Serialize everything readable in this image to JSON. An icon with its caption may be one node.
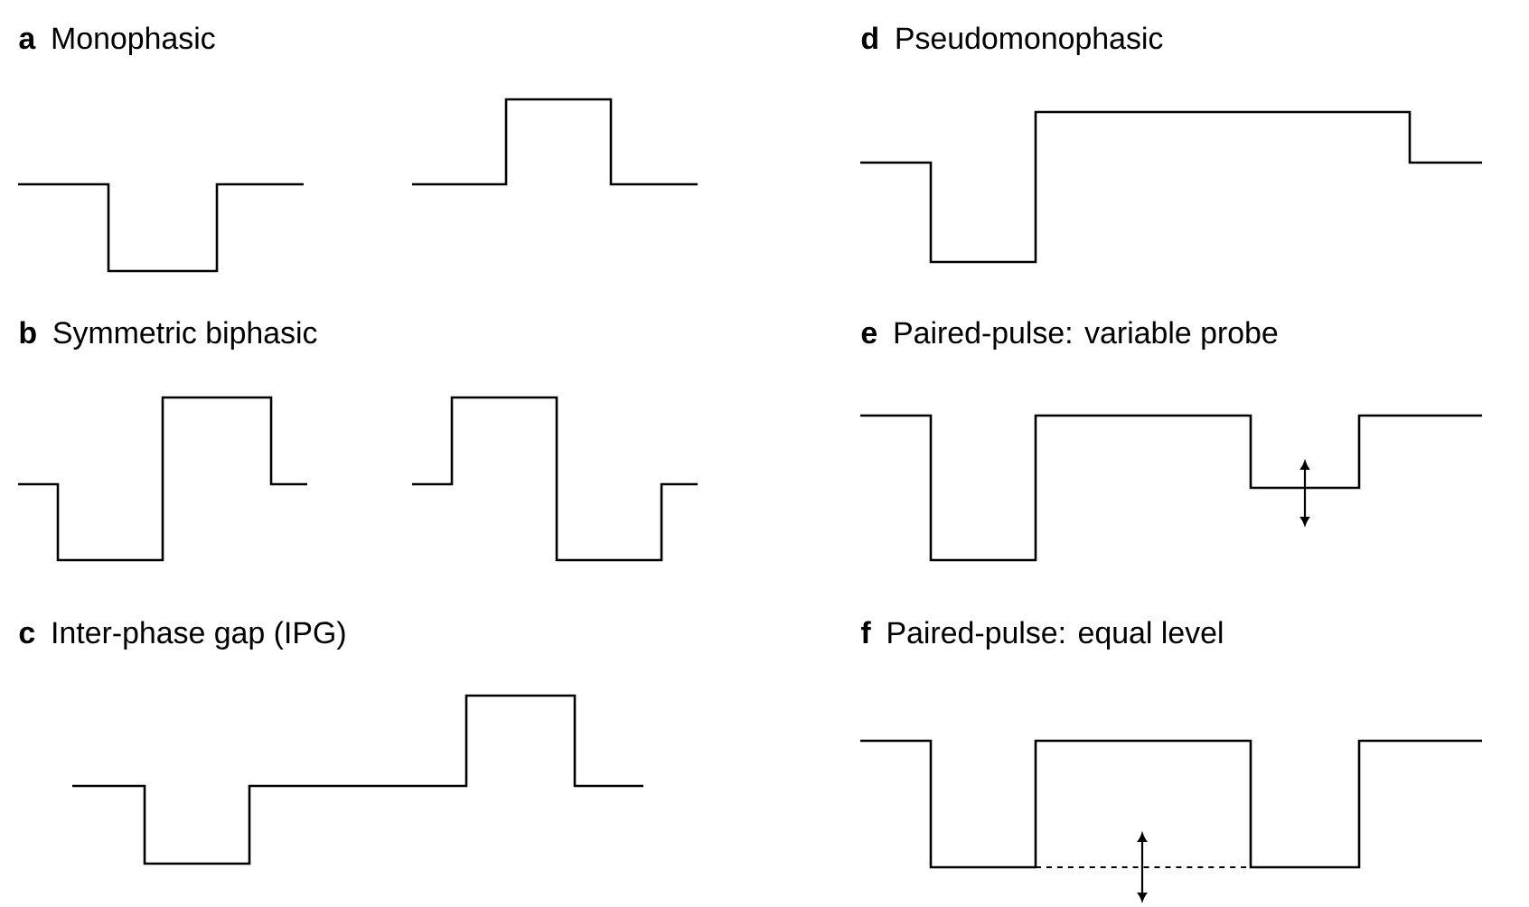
{
  "diagram": {
    "labels": [
      "a",
      "Monophasic",
      "b",
      "Symmetric biphasic",
      "c",
      "Inter-phase gap (IPG)",
      "d",
      "Pseudomonophasic",
      "e",
      "Paired-pulse: variable probe",
      "f",
      "Paired-pulse: equal level"
    ]
  }
}
